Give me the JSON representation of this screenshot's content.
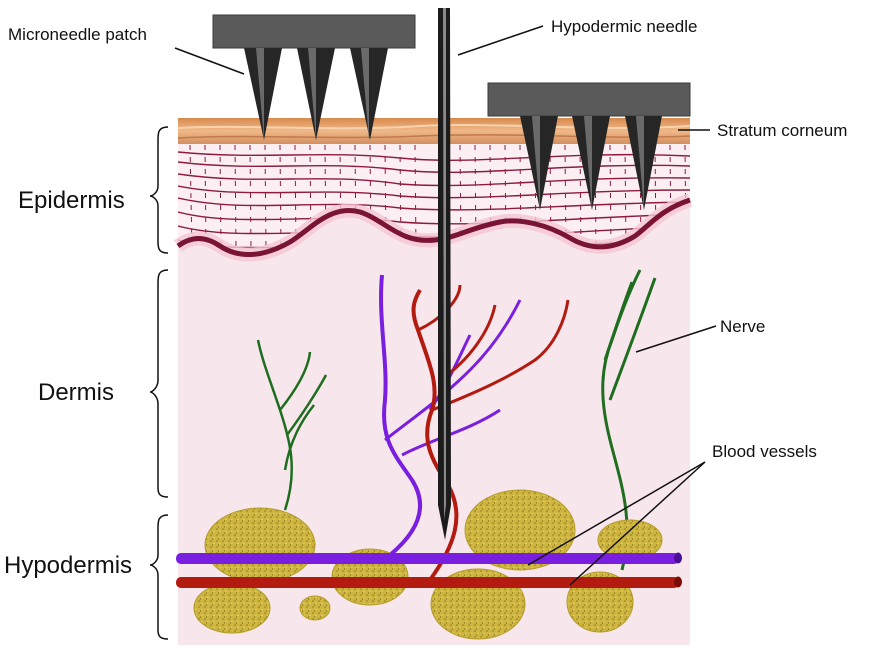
{
  "labels": {
    "microneedle_patch": "Microneedle patch",
    "hypodermic_needle": "Hypodermic needle",
    "stratum_corneum": "Stratum corneum",
    "epidermis": "Epidermis",
    "dermis": "Dermis",
    "hypodermis": "Hypodermis",
    "nerve": "Nerve",
    "blood_vessels": "Blood vessels"
  },
  "colors": {
    "needle": "#1c1c1c",
    "patch_base": "#5a5a5a",
    "stratum_corneum": "#e2a56c",
    "epidermis_lines": "#8e1a3c",
    "dermis": "#f7e4ea",
    "fat": "#c9b13a",
    "vein": "#7a1ee0",
    "artery": "#b31a10",
    "nerve": "#1f6e1f"
  }
}
